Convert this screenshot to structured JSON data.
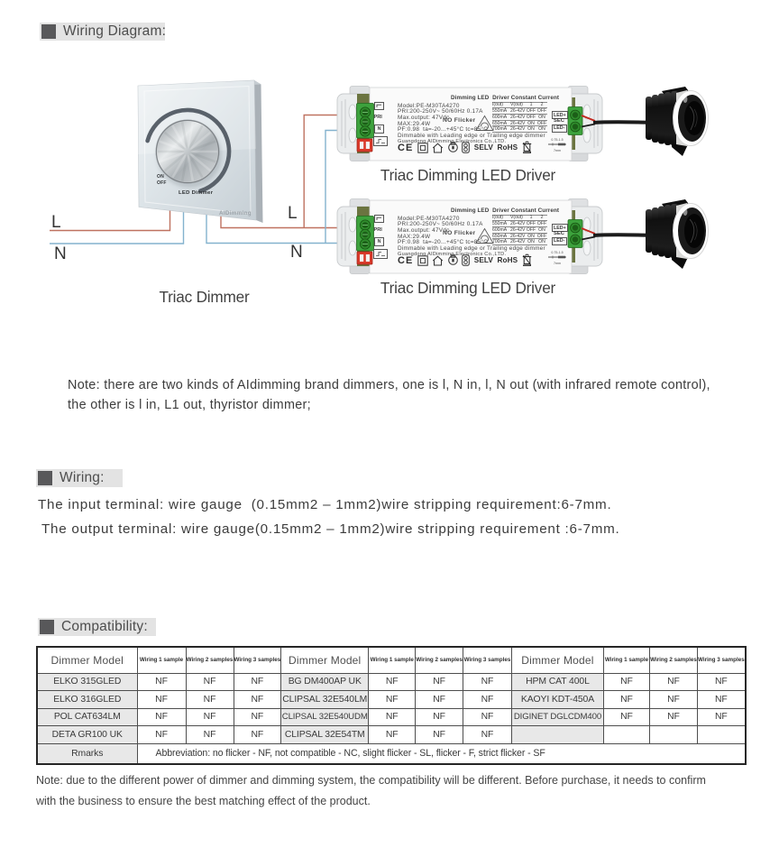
{
  "sections": {
    "wiring_diagram": {
      "heading": "Wiring Diagram:"
    },
    "wiring": {
      "heading": "Wiring:",
      "line1": "The input terminal: wire gauge  (0.15mm2 – 1mm2)wire stripping requirement:6-7mm.",
      "line2": "The output terminal: wire gauge(0.15mm2 – 1mm2)wire stripping requirement :6-7mm."
    },
    "compatibility": {
      "heading": "Compatibility:"
    }
  },
  "diagram": {
    "labels": {
      "l_left": "L",
      "n_left": "N",
      "l_mid": "L",
      "n_mid": "N",
      "dimmer_caption": "Triac Dimmer",
      "driver_caption": "Triac Dimming LED Driver"
    },
    "panel": {
      "on": "ON",
      "off": "OFF",
      "label": "LED Dimmer",
      "brand": "AIDimming"
    },
    "driver": {
      "title": "Dimming LED  Driver Constant Current",
      "line1": "Model:PE-M30TA4270",
      "line2": "PRI:200-250V~ 50/60Hz 0.17A",
      "line3": "Max.output: 47Vdc",
      "line4": "MAX:29.4W",
      "line5": "PF:0.98  ta=-20...+45°C tc=85°C",
      "line6": "Dimmable with Leading edge or Trailing edge dimmer",
      "line7": "Guangdong AIDimming Electronics Co.,LTD.",
      "no_flicker": "NO Flicker",
      "current_table": {
        "h1": "I(out)",
        "h2": "V(out)",
        "h3": "1",
        "h4": "2",
        "r1": [
          "550mA",
          "26-42V",
          "OFF",
          "OFF"
        ],
        "r2": [
          "600mA",
          "26-42V",
          "OFF",
          "ON"
        ],
        "r3": [
          "650mA",
          "26-42V",
          "ON",
          "OFF"
        ],
        "r4": [
          "700mA",
          "26-42V",
          "ON",
          "ON"
        ]
      },
      "terminals": {
        "pri": "PRI",
        "n": "N",
        "led_plus": "LED+",
        "sec": "SEC",
        "led_minus": "LED-"
      },
      "marks": {
        "ce": "CE",
        "selv": "SELV",
        "rohs": "RoHS",
        "gauge1": "0.75-1.5",
        "gauge2": "7mm"
      }
    }
  },
  "note": {
    "line1": "Note: there are two kinds of AIdimming brand dimmers, one is l, N in, l, N out (with infrared remote control),",
    "line2": "the other is l in, L1 out, thyristor dimmer;"
  },
  "table": {
    "headers": [
      "Dimmer Model",
      "Wiring 1 sample",
      "Wiring 2 samples",
      "Wiring 3 samples",
      "Dimmer Model",
      "Wiring 1 sample",
      "Wiring 2 samples",
      "Wiring 3 samples",
      "Dimmer Model",
      "Wiring 1 sample",
      "Wiring 2 samples",
      "Wiring 3 samples"
    ],
    "rows": [
      [
        "ELKO 315GLED",
        "NF",
        "NF",
        "NF",
        "BG DM400AP UK",
        "NF",
        "NF",
        "NF",
        "HPM CAT 400L",
        "NF",
        "NF",
        "NF"
      ],
      [
        "ELKO 316GLED",
        "NF",
        "NF",
        "NF",
        "CLIPSAL 32E540LM",
        "NF",
        "NF",
        "NF",
        "KAOYI KDT-450A",
        "NF",
        "NF",
        "NF"
      ],
      [
        "POL CAT634LM",
        "NF",
        "NF",
        "NF",
        "CLIPSAL 32E540UDM",
        "NF",
        "NF",
        "NF",
        "DIGINET DGLCDM400",
        "NF",
        "NF",
        "NF"
      ],
      [
        "DETA GR100 UK",
        "NF",
        "NF",
        "NF",
        "CLIPSAL 32E54TM",
        "NF",
        "NF",
        "NF",
        "",
        "",
        "",
        ""
      ]
    ],
    "remarks_label": "Rmarks",
    "remarks": "Abbreviation: no flicker - NF, not compatible - NC, slight flicker - SL, flicker - F, strict flicker - SF"
  },
  "footnote": {
    "line1": "Note: due to the different power of dimmer and dimming system, the compatibility will be different. Before purchase, it needs to confirm",
    "line2": "with the business to ensure the best matching effect of the product."
  }
}
